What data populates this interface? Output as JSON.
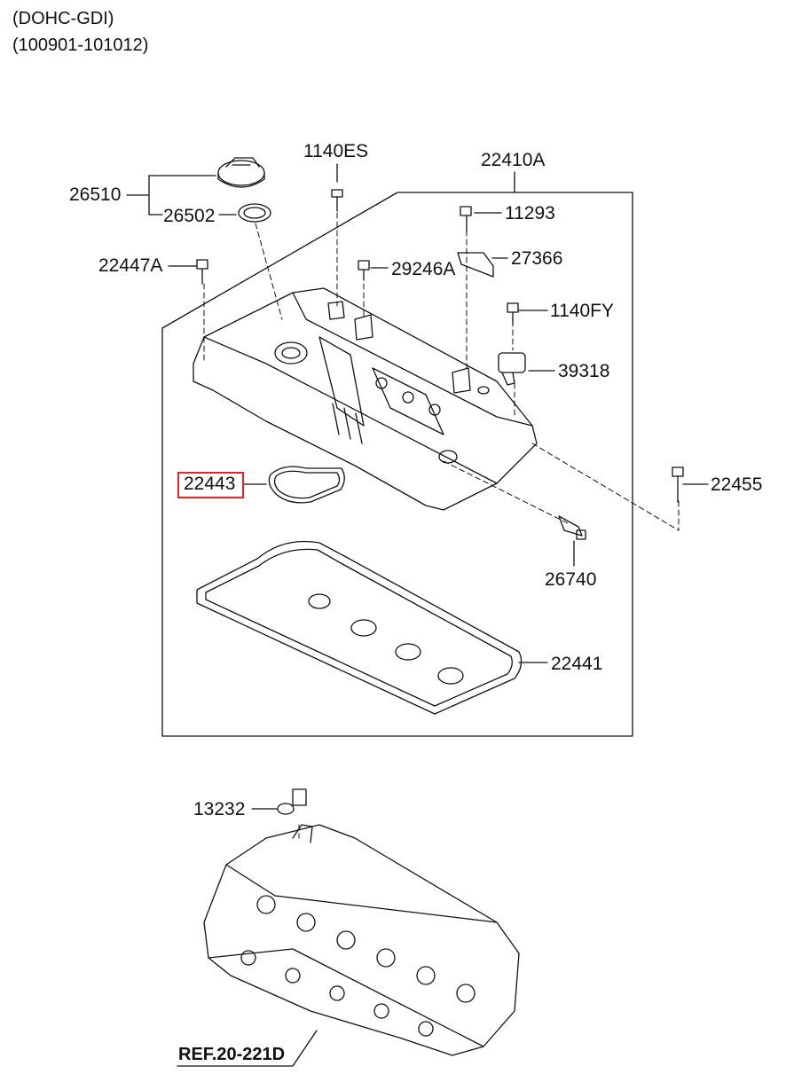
{
  "header": {
    "line1": "(DOHC-GDI)",
    "line2": "(100901-101012)"
  },
  "labels": {
    "p26510": "26510",
    "p26502": "26502",
    "p1140ES": "1140ES",
    "p22410A": "22410A",
    "p11293": "11293",
    "p27366": "27366",
    "p22447A": "22447A",
    "p29246A": "29246A",
    "p1140FY": "1140FY",
    "p39318": "39318",
    "p22443": "22443",
    "p22455": "22455",
    "p26740": "26740",
    "p22441": "22441",
    "p13232": "13232",
    "ref": "REF.20-221D"
  },
  "highlighted_part": "22443",
  "colors": {
    "line": "#111111",
    "highlight": "#e0282b"
  }
}
